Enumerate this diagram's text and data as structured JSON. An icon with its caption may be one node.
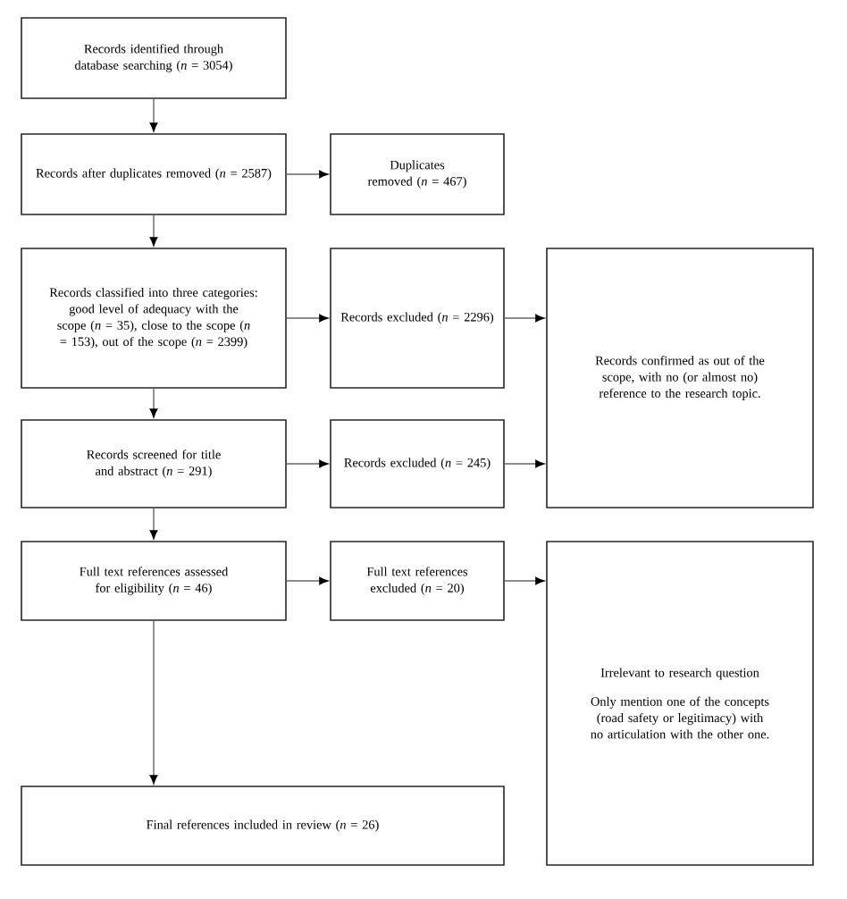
{
  "diagram": {
    "nodes": [
      {
        "text": [
          "Records identified through database searching (*n* = 3054)"
        ]
      },
      {
        "text": [
          "Records after duplicates removed (*n* = 2587)"
        ]
      },
      {
        "text": [
          "Duplicates removed (*n* = 467)"
        ]
      },
      {
        "text": [
          "Records classified into three categories: good level of adequacy with the scope (*n* = 35), close to the scope (*n* = 153), out of the scope (*n* = 2399)"
        ]
      },
      {
        "text": [
          "Records excluded (*n* = 2296)"
        ]
      },
      {
        "text": [
          "Records confirmed as out of the scope, with no (or almost no) reference to the research topic."
        ]
      },
      {
        "text": [
          "Records screened for title and abstract (*n* = 291)"
        ]
      },
      {
        "text": [
          "Records excluded (*n* = 245)"
        ]
      },
      {
        "text": [
          "Full text references assessed for eligibility (*n* = 46)"
        ]
      },
      {
        "text": [
          "Full text references excluded (*n* = 20)"
        ]
      },
      {
        "text": [
          "Irrelevant to research question",
          "Only mention one of the concepts (road safety or legitimacy) with no articulation with the other one."
        ]
      },
      {
        "text": [
          "Final references included in review (*n* = 26)"
        ]
      }
    ],
    "edges": [
      {
        "from": 0,
        "to": 1,
        "arrow": "to"
      },
      {
        "from": 1,
        "to": 2,
        "arrow": "to"
      },
      {
        "from": 1,
        "to": 3,
        "arrow": "to"
      },
      {
        "from": 3,
        "to": 4,
        "arrow": "to"
      },
      {
        "from": 4,
        "to": 5,
        "arrow": "to"
      },
      {
        "from": 3,
        "to": 6,
        "arrow": "to"
      },
      {
        "from": 6,
        "to": 7,
        "arrow": "to"
      },
      {
        "from": 7,
        "to": 5,
        "arrow": "to"
      },
      {
        "from": 6,
        "to": 8,
        "arrow": "to"
      },
      {
        "from": 8,
        "to": 9,
        "arrow": "to"
      },
      {
        "from": 9,
        "to": 10,
        "arrow": "to"
      },
      {
        "from": 8,
        "to": 11,
        "arrow": "to"
      }
    ]
  }
}
